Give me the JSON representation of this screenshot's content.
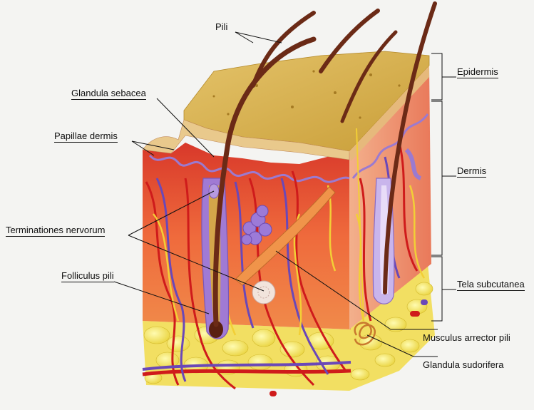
{
  "labels": {
    "pili": "Pili",
    "glandula_sebacea": "Glandula sebacea",
    "papillae_dermis": "Papillae dermis",
    "terminationes_nervorum": "Terminationes nervorum",
    "folliculus_pili": "Folliculus pili",
    "epidermis": "Epidermis",
    "dermis": "Dermis",
    "tela_subcutanea": "Tela subcutanea",
    "musculus_arrector_pili": "Musculus arrector pili",
    "glandula_sudorifera": "Glandula sudorifera"
  },
  "colors": {
    "epidermis": "#d9b24a",
    "dermis": "#e0452f",
    "dermis_side": "#f0a07c",
    "fat": "#f3e25a",
    "artery": "#d81e1e",
    "vein": "#6a48b8",
    "nerve": "#f4d23a",
    "hair": "#6b2a16",
    "gland": "#a78ad8"
  }
}
